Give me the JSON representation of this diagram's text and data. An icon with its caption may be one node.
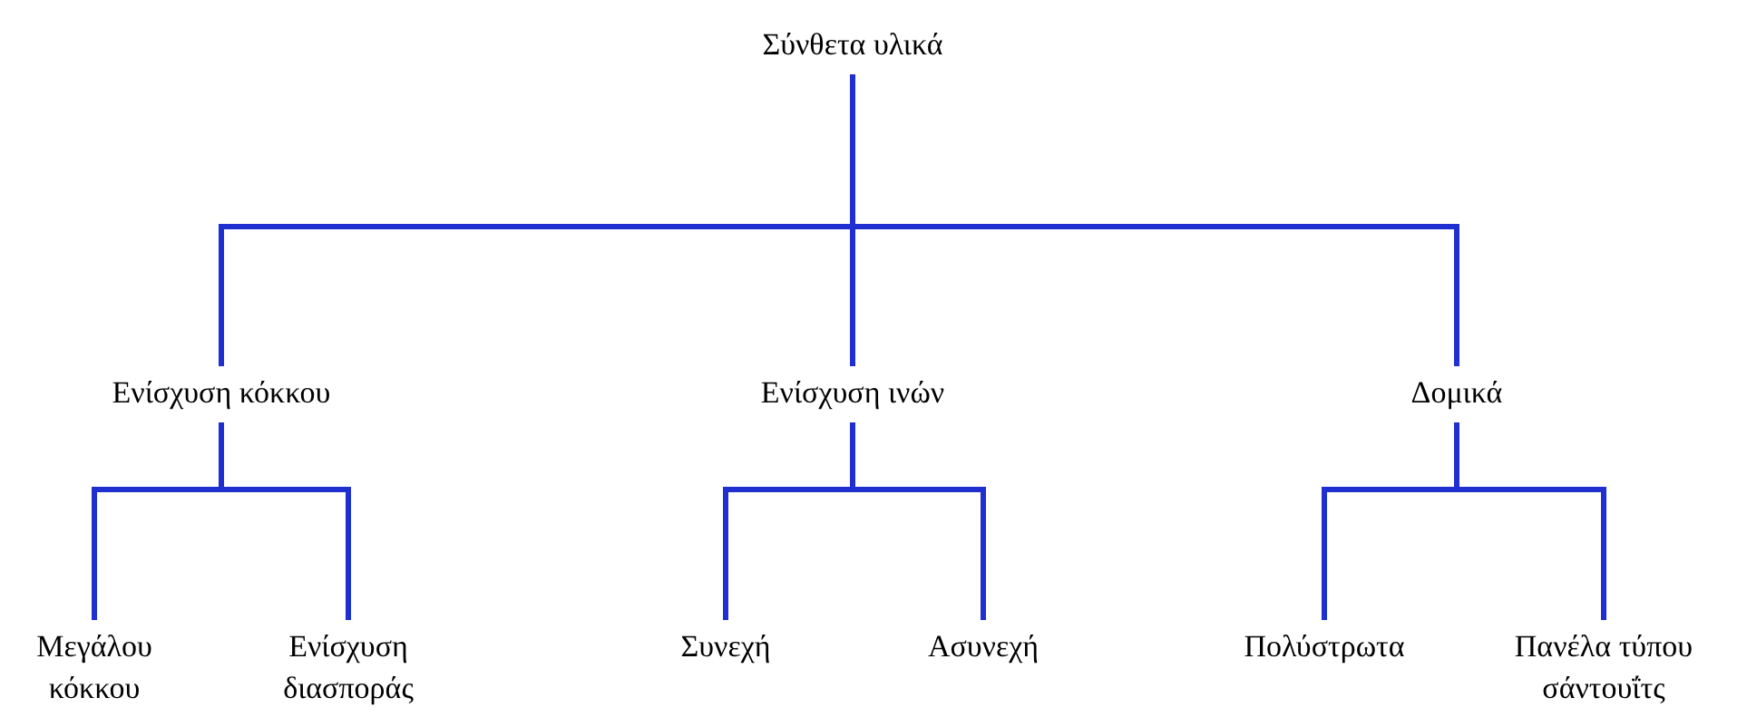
{
  "diagram": {
    "nodes": [
      {
        "text": [
          "Σύνθετα υλικά"
        ]
      },
      {
        "text": [
          "Ενίσχυση κόκκου"
        ]
      },
      {
        "text": [
          "Ενίσχυση ινών"
        ]
      },
      {
        "text": [
          "Δομικά"
        ]
      },
      {
        "text": [
          "Μεγάλου κόκκου"
        ]
      },
      {
        "text": [
          "Ενίσχυση διασποράς"
        ]
      },
      {
        "text": [
          "Συνεχή"
        ]
      },
      {
        "text": [
          "Ασυνεχή"
        ]
      },
      {
        "text": [
          "Πολύστρωτα"
        ]
      },
      {
        "text": [
          "Πανέλα τύπου σάντουΐτς"
        ]
      }
    ],
    "edges": [
      {
        "from": 0,
        "to": 1,
        "arrow": "none"
      },
      {
        "from": 0,
        "to": 2,
        "arrow": "none"
      },
      {
        "from": 0,
        "to": 3,
        "arrow": "none"
      },
      {
        "from": 1,
        "to": 4,
        "arrow": "none"
      },
      {
        "from": 1,
        "to": 5,
        "arrow": "none"
      },
      {
        "from": 2,
        "to": 6,
        "arrow": "none"
      },
      {
        "from": 2,
        "to": 7,
        "arrow": "none"
      },
      {
        "from": 3,
        "to": 8,
        "arrow": "none"
      },
      {
        "from": 3,
        "to": 9,
        "arrow": "none"
      }
    ]
  }
}
